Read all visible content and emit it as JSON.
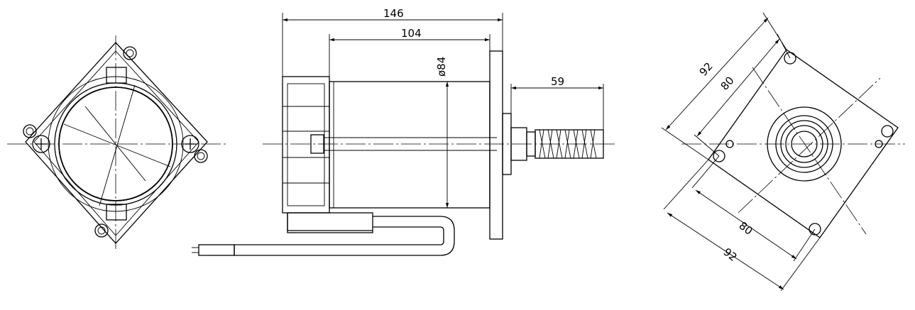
{
  "drawing": {
    "side_view": {
      "overall_length": "146",
      "body_length": "104",
      "diameter": "ø84",
      "shaft_length": "59"
    },
    "flange_view": {
      "outer_span_a": "92",
      "hole_span_a": "80",
      "hole_span_b": "80",
      "outer_span_b": "92"
    }
  }
}
